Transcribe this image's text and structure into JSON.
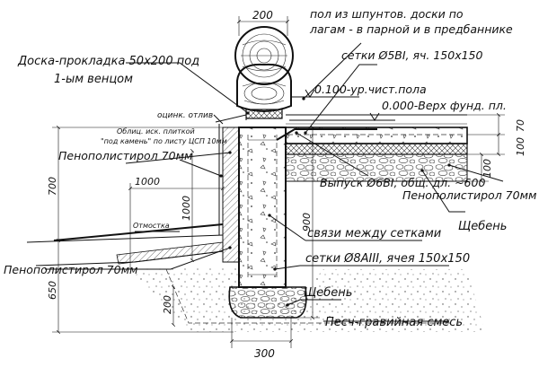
{
  "labels": {
    "floor_note_1": "пол из шпунтов. доски по",
    "floor_note_2": "лагам - в парной и в предбаннике",
    "board_note_1": "Доска-прокладка 50х200 под",
    "board_note_2": "1-ым венцом",
    "mesh_top": "сетки Ø5ВI, яч. 150х150",
    "level_floor": "0.100-ур.чист.пола",
    "level_found": "0.000-Верх фунд. пл.",
    "drip": "оцинк. отлив",
    "cladding_1": "Облиц. иск. плиткой",
    "cladding_2": "\"под камень\" по листу ЦСП 10мм",
    "foam_left_top": "Пенополистирол 70мм",
    "foam_left_bottom": "Пенополистирол 70мм",
    "foam_right": "Пенополистирол 70мм",
    "outlet": "Выпуск Ø6ВI, общ. дл. ~600",
    "gravel_right": "Щебень",
    "ties": "связи между сетками",
    "mesh_wall": "сетки Ø8АIII, ячея 150х150",
    "gravel_bottom": "Щебень",
    "sand_gravel": "Песч-гравийная смесь",
    "blind_area": "Отмостка"
  },
  "dimensions": {
    "beam_width": "200",
    "d_1000_horizontal": "1000",
    "d_1000_vertical": "1000",
    "d_700": "700",
    "d_650": "650",
    "d_900": "900",
    "d_200": "200",
    "d_300": "300",
    "d_70": "70",
    "d_100_top": "100",
    "d_100_side": "100"
  }
}
